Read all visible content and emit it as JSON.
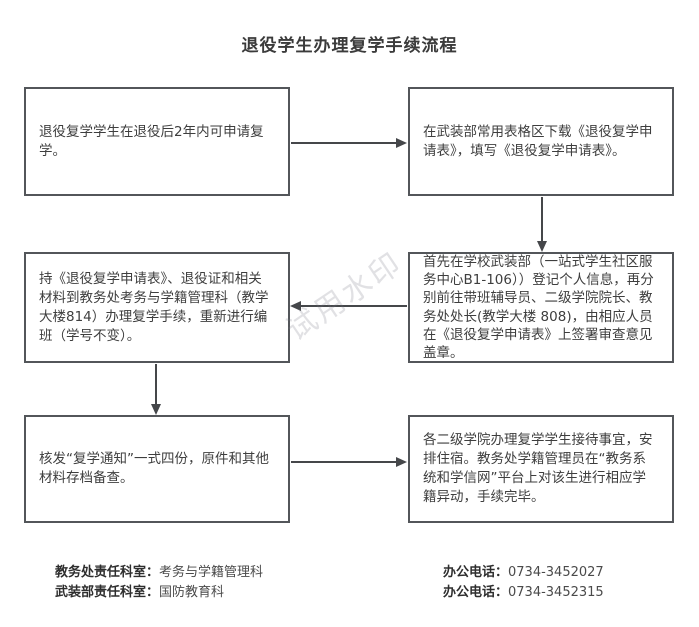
{
  "title": "退役学生办理复学手续流程",
  "flowchart": {
    "steps": [
      {
        "id": 1,
        "text": "退役复学学生在退役后2年内可申请复学。"
      },
      {
        "id": 2,
        "text": "在武装部常用表格区下载《退役复学申请表》，填写《退役复学申请表》。"
      },
      {
        "id": 3,
        "text": "首先在学校武装部（一站式学生社区服务中心B1-106））登记个人信息，再分别前往带班辅导员、二级学院院长、教务处处长(教学大楼 808)，由相应人员在《退役复学申请表》上签署审查意见盖章。"
      },
      {
        "id": 4,
        "text": "持《退役复学申请表》、退役证和相关材料到教务处考务与学籍管理科（教学大楼814）办理复学手续，重新进行编班（学号不变）。"
      },
      {
        "id": 5,
        "text": "核发“复学通知”一式四份，原件和其他材料存档备查。"
      },
      {
        "id": 6,
        "text": "各二级学院办理复学学生接待事宜，安排住宿。教务处学籍管理员在“教务系统和学信网”平台上对该生进行相应学籍异动，手续完毕。"
      }
    ],
    "connections": [
      {
        "from": 1,
        "to": 2,
        "direction": "right"
      },
      {
        "from": 2,
        "to": 3,
        "direction": "down"
      },
      {
        "from": 3,
        "to": 4,
        "direction": "left"
      },
      {
        "from": 4,
        "to": 5,
        "direction": "down"
      },
      {
        "from": 5,
        "to": 6,
        "direction": "right"
      }
    ]
  },
  "watermark": "试用水印",
  "footer": {
    "left": [
      {
        "label": "教务处责任科室：",
        "value": "考务与学籍管理科"
      },
      {
        "label": "武装部责任科室：",
        "value": "国防教育科"
      }
    ],
    "right": [
      {
        "label": "办公电话：",
        "value": "0734-3452027"
      },
      {
        "label": "办公电话：",
        "value": "0734-3452315"
      }
    ]
  },
  "colors": {
    "box_border": "#53565a",
    "arrow": "#45474a",
    "text": "#3e3e3e",
    "title": "#3b3b3b"
  }
}
